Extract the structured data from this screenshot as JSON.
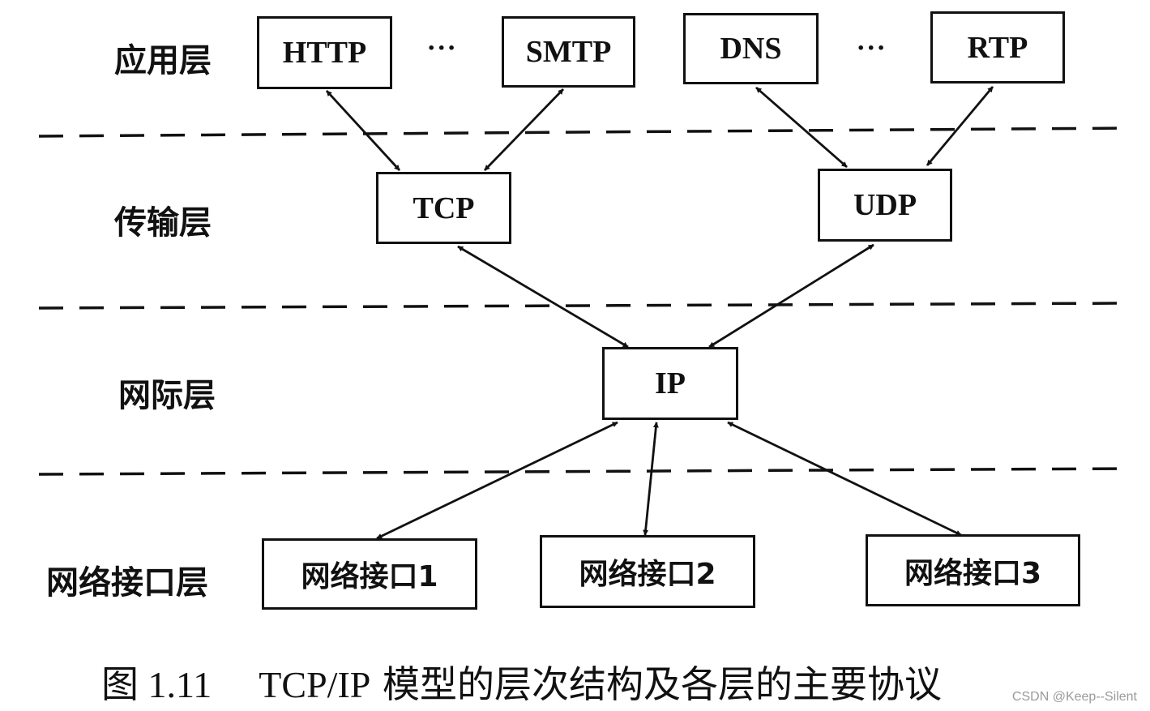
{
  "layers": {
    "application": "应用层",
    "transport": "传输层",
    "internet": "网际层",
    "network_interface": "网络接口层"
  },
  "protocols": {
    "http": "HTTP",
    "smtp": "SMTP",
    "dns": "DNS",
    "rtp": "RTP",
    "tcp": "TCP",
    "udp": "UDP",
    "ip": "IP",
    "nif1": "网络接口1",
    "nif2": "网络接口2",
    "nif3": "网络接口3"
  },
  "ellipsis": "···",
  "caption": {
    "number": "图 1.11",
    "protocol": "TCP/IP",
    "text": " 模型的层次结构及各层的主要协议"
  },
  "watermark": "CSDN @Keep--Silent"
}
